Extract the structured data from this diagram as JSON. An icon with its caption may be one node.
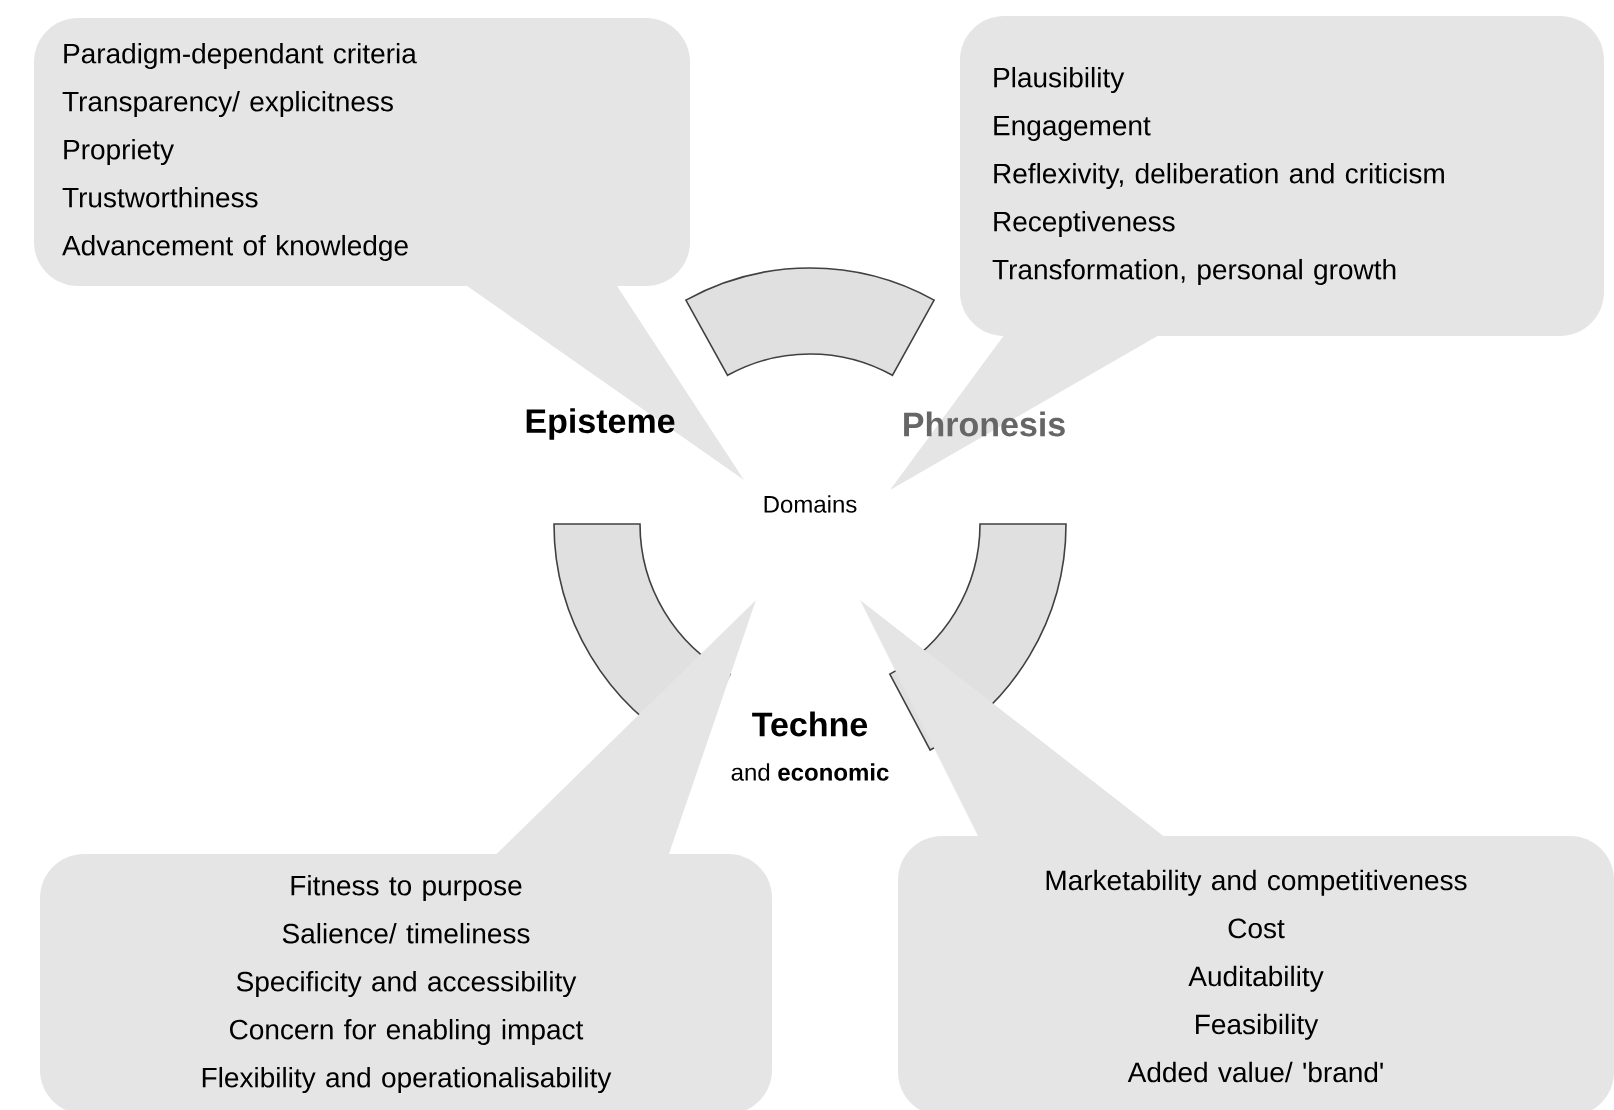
{
  "diagram": {
    "nodes": [
      {
        "text": [
          "Paradigm-dependant criteria",
          "Transparency/ explicitness",
          "Propriety",
          "Trustworthiness",
          "Advancement of knowledge"
        ]
      },
      {
        "text": [
          "Plausibility",
          "Engagement",
          "Reflexivity, deliberation and criticism",
          "Receptiveness",
          "Transformation, personal growth"
        ]
      },
      {
        "text": [
          "Fitness to purpose",
          "Salience/ timeliness",
          "Specificity and accessibility",
          "Concern for enabling impact",
          "Flexibility and operationalisability"
        ]
      },
      {
        "text": [
          "Marketability and competitiveness",
          "Cost",
          "Auditability",
          "Feasibility",
          "Added value/ 'brand'"
        ]
      }
    ],
    "labels": [
      "Episteme",
      "Phronesis",
      "Domains",
      "Techne",
      "and **economic**"
    ]
  }
}
